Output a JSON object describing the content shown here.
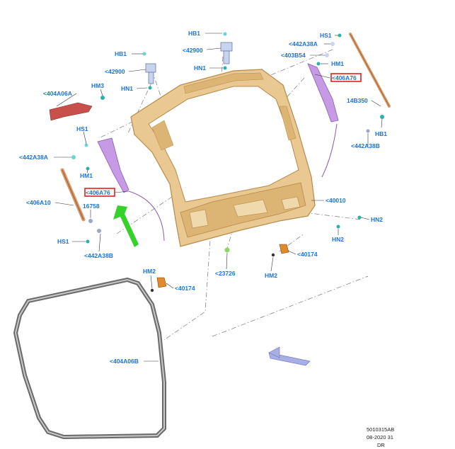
{
  "labels": {
    "hb1_top": "HB1",
    "p42900_top": "<42900",
    "hn1_top": "HN1",
    "hb1_left": "HB1",
    "p42900_left": "<42900",
    "hn1_left": "HN1",
    "hm3": "HM3",
    "p404a06a": "<404A06A",
    "hs1_left": "HS1",
    "p442a38a_left": "<442A38A",
    "hm1_left": "HM1",
    "p406a76_left": "<406A76",
    "p406a10": "<406A10",
    "p16758": "16758",
    "hs1_bottom": "HS1",
    "p442a38b_left": "<442A38B",
    "hs1_right": "HS1",
    "p442a38a_right": "<442A38A",
    "p403b54": "<403B54",
    "hm1_right": "HM1",
    "p406a76_right": "<406A76",
    "p14b350": "14B350",
    "hb1_right": "HB1",
    "p442a38b_right": "<442A38B",
    "p40010": "<40010",
    "hn2_right": "HN2",
    "hn2_bottom": "HN2",
    "p40174_right": "<40174",
    "p23726": "<23726",
    "hm2_right": "HM2",
    "hm2_left": "HM2",
    "p40174_left": "<40174",
    "p404a06b": "<404A06B"
  },
  "footer": {
    "line1": "5010315AB",
    "line2": "08-2020 31",
    "line3": "DR"
  },
  "colors": {
    "label_blue": "#1a73d9",
    "door_gold": "#e9c892",
    "door_edge": "#b8894a",
    "seal_grey": "#8a8a8a",
    "highlight_red": "#e02020",
    "arrow_green": "#35d22a",
    "arrow_lavender": "#a9aee6",
    "strut_orange": "#d9996a",
    "strip_red": "#c8504a",
    "trim_purple": "#b07ed9"
  }
}
